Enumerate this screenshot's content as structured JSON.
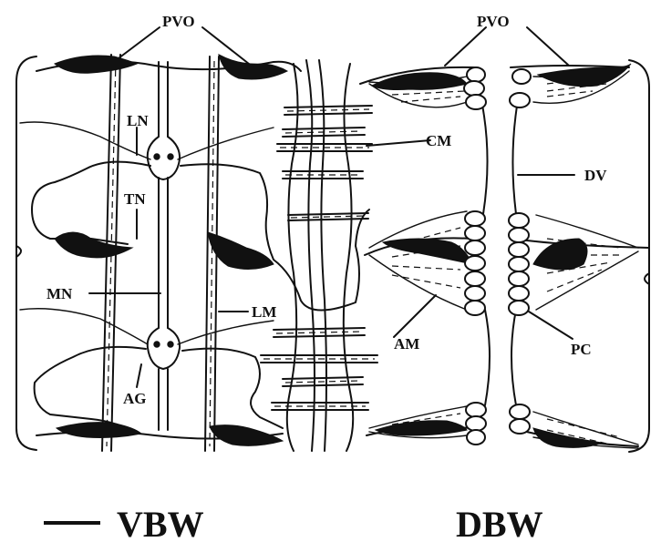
{
  "labels": {
    "pvo_left": "PVO",
    "pvo_right": "PVO",
    "ln": "LN",
    "cm": "CM",
    "tn": "TN",
    "dv": "DV",
    "mn": "MN",
    "lm": "LM",
    "am": "AM",
    "pc": "PC",
    "ag": "AG"
  },
  "panels": {
    "ventral": "VBW",
    "dorsal": "DBW"
  }
}
